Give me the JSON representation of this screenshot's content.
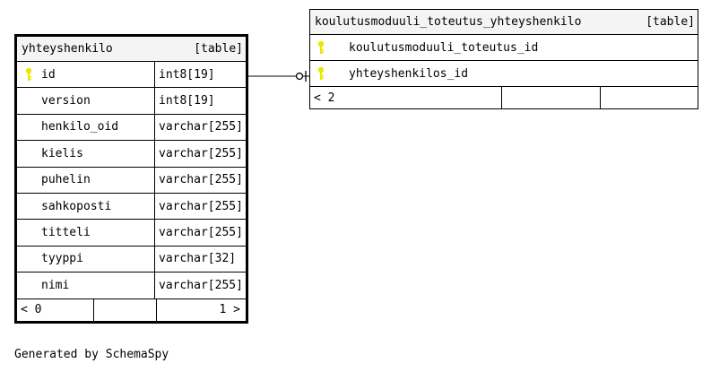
{
  "tables": [
    {
      "name": "yhteyshenkilo",
      "kind": "[table]",
      "columns": [
        {
          "name": "id",
          "type": "int8[19]",
          "key": true
        },
        {
          "name": "version",
          "type": "int8[19]",
          "key": false
        },
        {
          "name": "henkilo_oid",
          "type": "varchar[255]",
          "key": false
        },
        {
          "name": "kielis",
          "type": "varchar[255]",
          "key": false
        },
        {
          "name": "puhelin",
          "type": "varchar[255]",
          "key": false
        },
        {
          "name": "sahkoposti",
          "type": "varchar[255]",
          "key": false
        },
        {
          "name": "titteli",
          "type": "varchar[255]",
          "key": false
        },
        {
          "name": "tyyppi",
          "type": "varchar[32]",
          "key": false
        },
        {
          "name": "nimi",
          "type": "varchar[255]",
          "key": false
        }
      ],
      "footer": {
        "parents": "< 0",
        "children": "1 >"
      }
    },
    {
      "name": "koulutusmoduuli_toteutus_yhteyshenkilo",
      "kind": "[table]",
      "columns": [
        {
          "name": "koulutusmoduuli_toteutus_id",
          "key": true
        },
        {
          "name": "yhteyshenkilos_id",
          "key": true
        }
      ],
      "footer": {
        "parents": "< 2",
        "children": ""
      }
    }
  ],
  "generated_by": "Generated by SchemaSpy",
  "colors": {
    "key_icon": "#e8e800",
    "header_bg": "#f4f4f4",
    "border": "#000000"
  }
}
